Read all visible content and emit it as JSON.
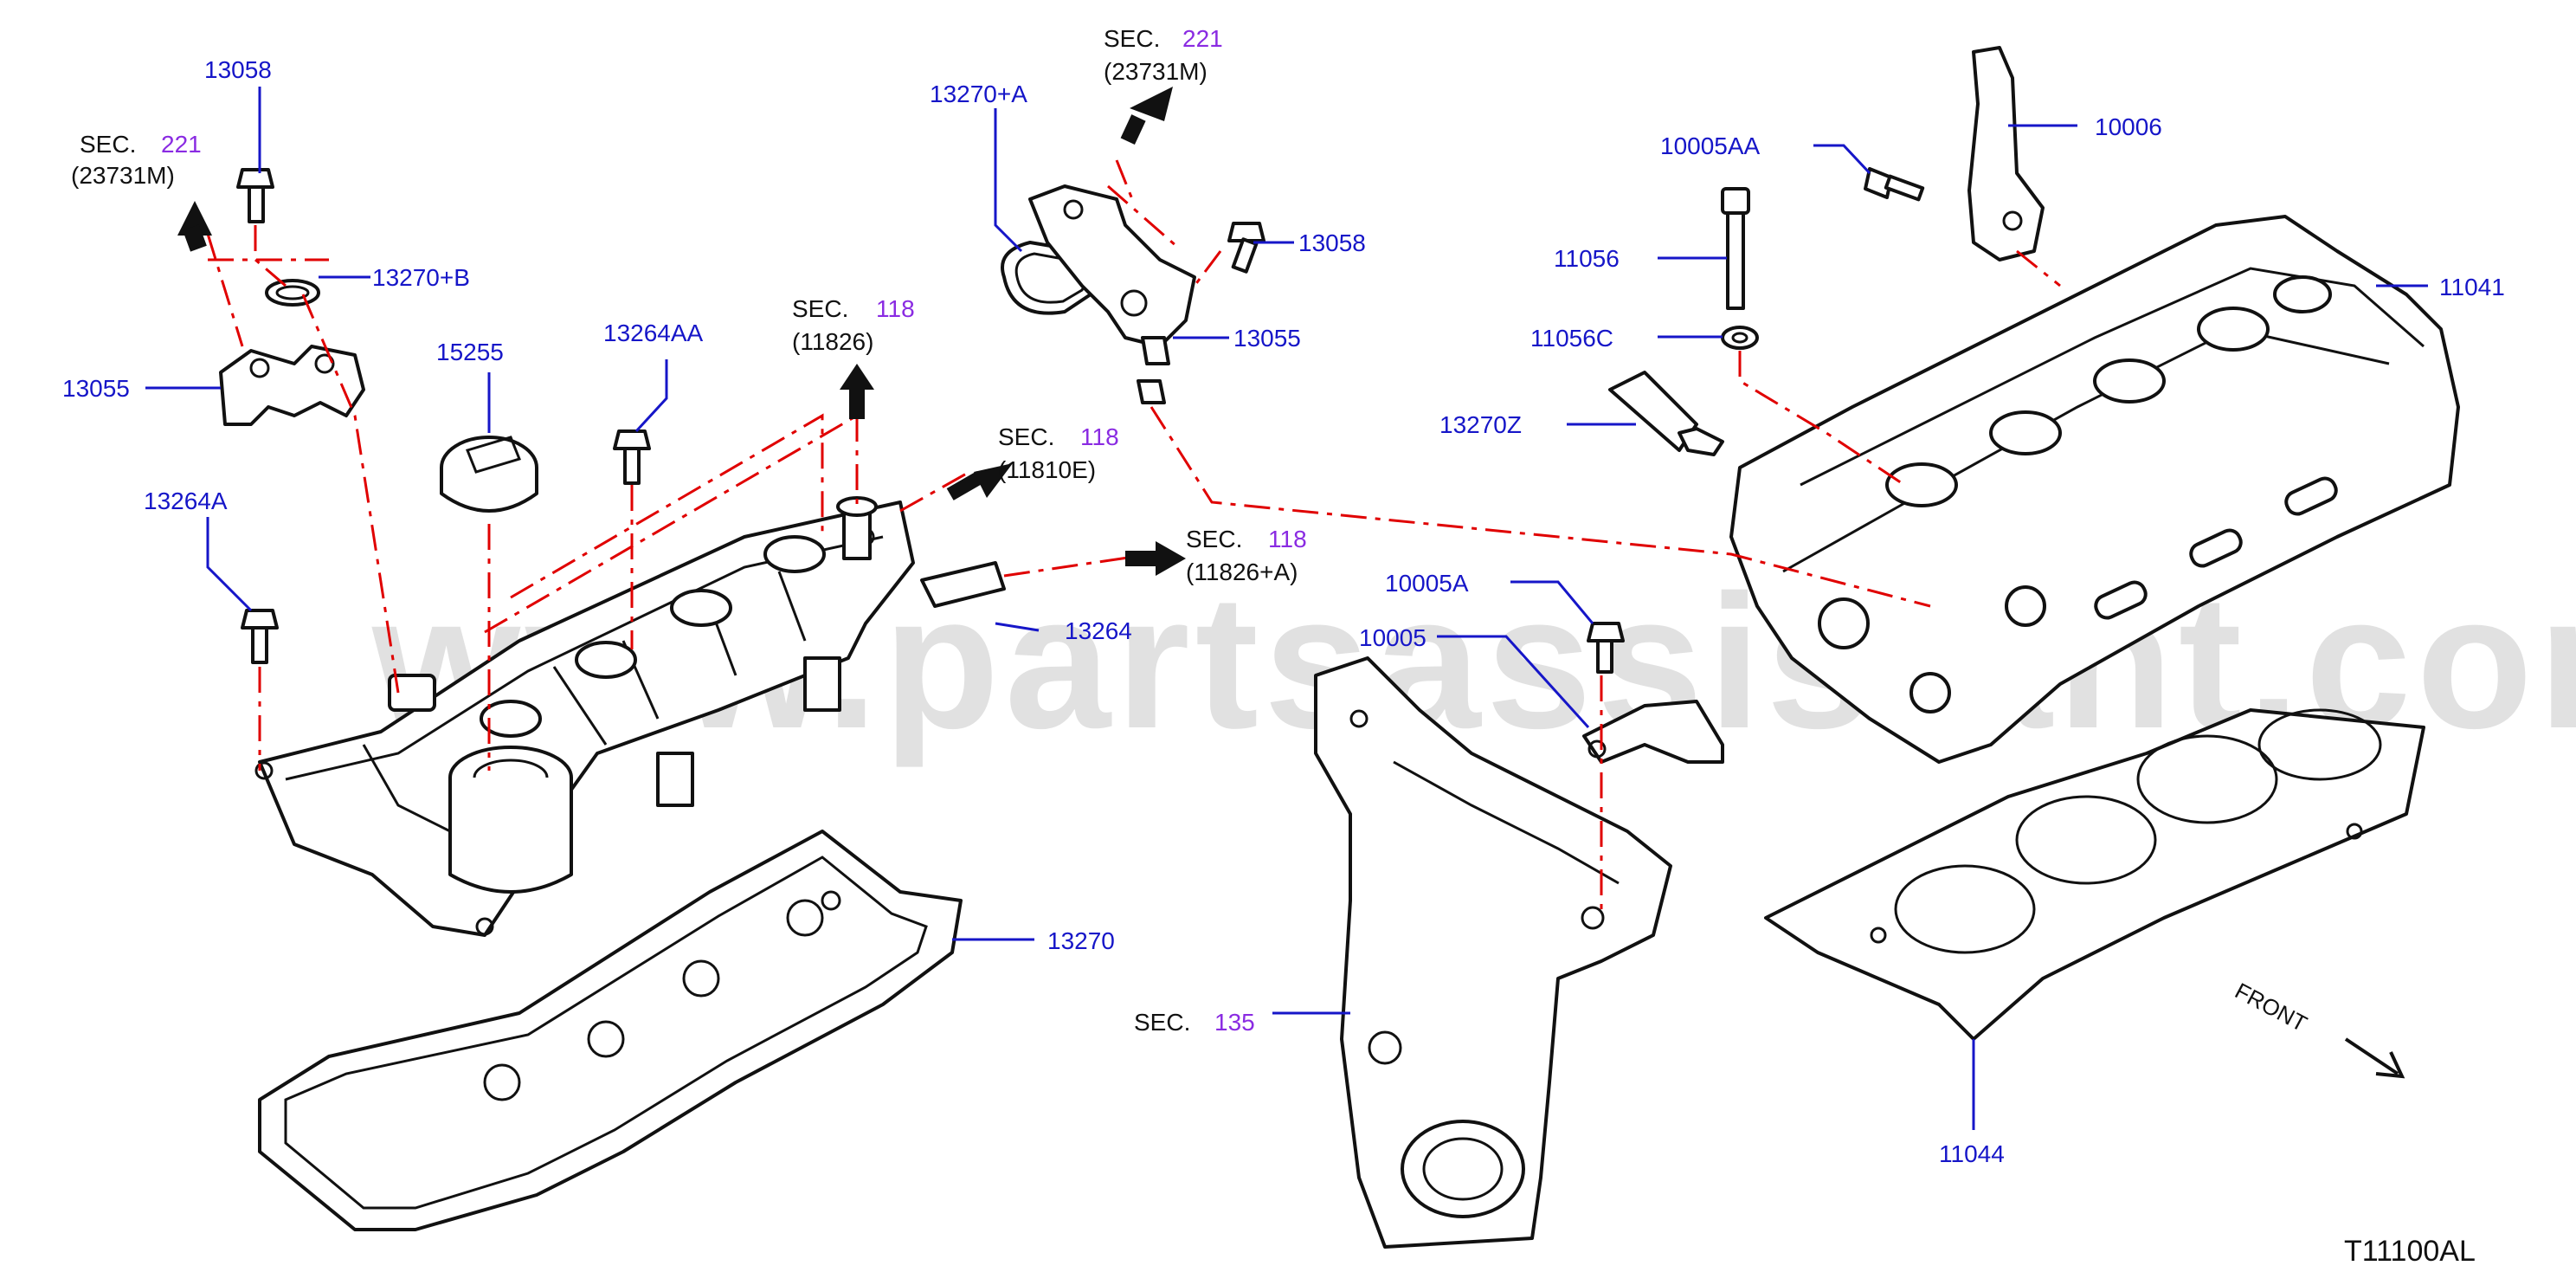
{
  "watermark": "www.partsassistant.com",
  "diagram_code": "T11100AL",
  "front_label": "FRONT",
  "labels": {
    "p13058_top": "13058",
    "p13270B": "13270+B",
    "p13055_left": "13055",
    "p15255": "15255",
    "p13264AA": "13264AA",
    "p13264A": "13264A",
    "p13270A": "13270+A",
    "p13058_mid": "13058",
    "p13055_mid": "13055",
    "p13264": "13264",
    "p13270": "13270",
    "p10005AA": "10005AA",
    "p10006": "10006",
    "p11056": "11056",
    "p11056C": "11056C",
    "p11041": "11041",
    "p13270Z": "13270Z",
    "p10005A": "10005A",
    "p10005": "10005",
    "p11044": "11044"
  },
  "sections": {
    "s221_left": {
      "prefix": "SEC.",
      "num": "221",
      "sub": "(23731M)"
    },
    "s221_top": {
      "prefix": "SEC.",
      "num": "221",
      "sub": "(23731M)"
    },
    "s118_11826": {
      "prefix": "SEC.",
      "num": "118",
      "sub": "(11826)"
    },
    "s118_11810E": {
      "prefix": "SEC.",
      "num": "118",
      "sub": "(11810E)"
    },
    "s118_11826A": {
      "prefix": "SEC.",
      "num": "118",
      "sub": "(11826+A)"
    },
    "s135": {
      "prefix": "SEC.",
      "num": "135"
    }
  }
}
